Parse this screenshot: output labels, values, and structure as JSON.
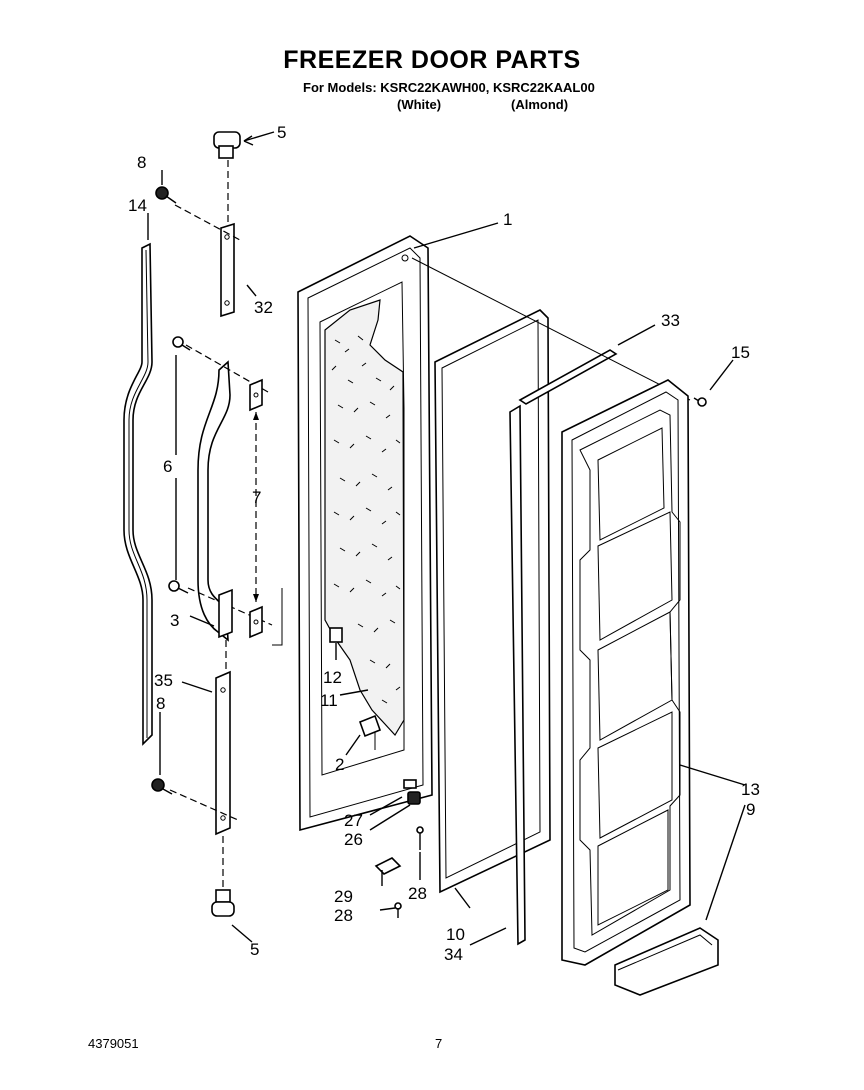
{
  "title": "FREEZER DOOR PARTS",
  "models_line": "For Models: KSRC22KAWH00, KSRC22KAAL00",
  "model_color_1": "(White)",
  "model_color_2": "(Almond)",
  "footer_left": "4379051",
  "footer_page": "7",
  "callouts": {
    "c1": "1",
    "c2": "2",
    "c3": "3",
    "c5a": "5",
    "c5b": "5",
    "c6": "6",
    "c7": "7",
    "c8a": "8",
    "c8b": "8",
    "c9": "9",
    "c10": "10",
    "c11": "11",
    "c12": "12",
    "c13": "13",
    "c14": "14",
    "c15": "15",
    "c26": "26",
    "c27": "27",
    "c28a": "28",
    "c28b": "28",
    "c29": "29",
    "c32": "32",
    "c33": "33",
    "c34": "34",
    "c35": "35"
  }
}
